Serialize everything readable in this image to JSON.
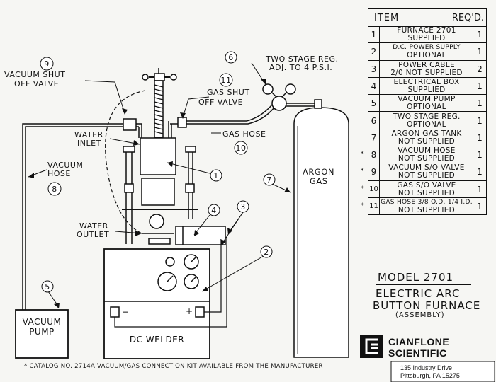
{
  "callouts": {
    "vacuum_shutoff": {
      "num": "9",
      "line1": "VACUUM SHUT",
      "line2": "OFF VALVE"
    },
    "gas_shutoff": {
      "num": "11",
      "line1": "GAS SHUT",
      "line2": "OFF VALVE"
    },
    "two_stage_reg": {
      "num": "6",
      "line1": "TWO STAGE REG.",
      "line2": "ADJ. TO 4 P.S.I."
    },
    "gas_hose": {
      "num": "10",
      "line1": "GAS HOSE"
    },
    "water_inlet": {
      "line1": "WATER",
      "line2": "INLET"
    },
    "vacuum_hose": {
      "num": "8",
      "line1": "VACUUM",
      "line2": "HOSE"
    },
    "furnace": {
      "num": "1"
    },
    "argon": {
      "num": "7",
      "line1": "ARGON",
      "line2": "GAS"
    },
    "power_cable": {
      "num": "3"
    },
    "electrical_box": {
      "num": "4"
    },
    "water_outlet": {
      "line1": "WATER",
      "line2": "OUTLET"
    },
    "dc_power": {
      "num": "2"
    },
    "vacuum_pump": {
      "num": "5",
      "line1": "VACUUM",
      "line2": "PUMP"
    },
    "dc_welder": {
      "line1": "DC WELDER"
    },
    "polarity": {
      "minus": "−",
      "plus": "+"
    }
  },
  "parts_table": {
    "header_item": "ITEM",
    "header_req": "REQ'D.",
    "rows": [
      {
        "num": "1",
        "line1": "FURNACE 2701",
        "line2": "SUPPLIED",
        "req": "1",
        "star": ""
      },
      {
        "num": "2",
        "line1": "D.C. POWER SUPPLY",
        "line2": "OPTIONAL",
        "req": "1",
        "star": ""
      },
      {
        "num": "3",
        "line1": "POWER CABLE",
        "line2": "2/0 NOT SUPPLIED",
        "req": "2",
        "star": ""
      },
      {
        "num": "4",
        "line1": "ELECTRICAL BOX",
        "line2": "SUPPLIED",
        "req": "1",
        "star": ""
      },
      {
        "num": "5",
        "line1": "VACUUM PUMP",
        "line2": "OPTIONAL",
        "req": "1",
        "star": ""
      },
      {
        "num": "6",
        "line1": "TWO STAGE REG.",
        "line2": "OPTIONAL",
        "req": "1",
        "star": ""
      },
      {
        "num": "7",
        "line1": "ARGON GAS TANK",
        "line2": "NOT SUPPLIED",
        "req": "1",
        "star": ""
      },
      {
        "num": "8",
        "line1": "VACUUM HOSE",
        "line2": "NOT SUPPLIED",
        "req": "1",
        "star": "*"
      },
      {
        "num": "9",
        "line1": "VACUUM S/O VALVE",
        "line2": "NOT SUPPLIED",
        "req": "1",
        "star": "*"
      },
      {
        "num": "10",
        "line1": "GAS S/O VALVE",
        "line2": "NOT SUPPLIED",
        "req": "1",
        "star": "*"
      },
      {
        "num": "11",
        "line1": "GAS HOSE 3/8 O.D. 1/4 I.D.",
        "line2": "NOT SUPPLIED",
        "req": "1",
        "star": "*"
      }
    ]
  },
  "title_block": {
    "model": "MODEL 2701",
    "line2": "ELECTRIC ARC",
    "line3": "BUTTON FURNACE",
    "line4": "(ASSEMBLY)"
  },
  "company": {
    "name1": "CIANFLONE",
    "name2": "SCIENTIFIC",
    "address1": "135 Industry Drive",
    "address2": "Pittsburgh, PA 15275"
  },
  "footnote": "* CATALOG NO. 2714A VACUUM/GAS CONNECTION KIT AVAILABLE FROM THE MANUFACTURER"
}
